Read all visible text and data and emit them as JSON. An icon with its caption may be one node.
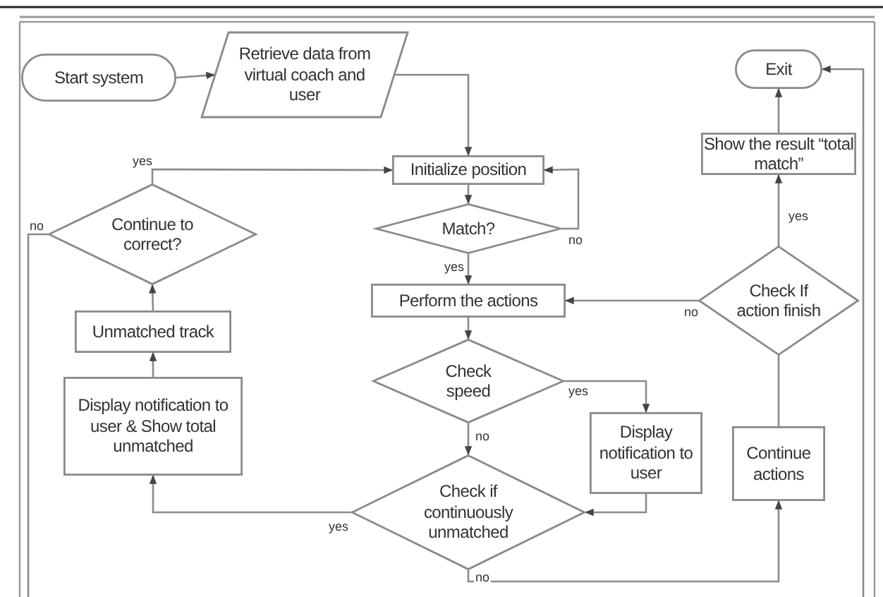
{
  "diagram": {
    "nodes": [
      {
        "text": [
          "Start system"
        ]
      },
      {
        "text": [
          "Retrieve data from virtual coach and user"
        ]
      },
      {
        "text": [
          "Initialize position"
        ]
      },
      {
        "text": [
          "Match?"
        ]
      },
      {
        "text": [
          "Perform the actions"
        ]
      },
      {
        "text": [
          "Check speed"
        ]
      },
      {
        "text": [
          "Display notification to user"
        ]
      },
      {
        "text": [
          "Check if continuously unmatched"
        ]
      },
      {
        "text": [
          "Continue actions"
        ]
      },
      {
        "text": [
          "Check If action finish"
        ]
      },
      {
        "text": [
          "Show the result “total match”"
        ]
      },
      {
        "text": [
          "Exit"
        ]
      },
      {
        "text": [
          "Display notification to user & Show total unmatched"
        ]
      },
      {
        "text": [
          "Unmatched track"
        ]
      },
      {
        "text": [
          "Continue to correct?"
        ]
      }
    ],
    "edges": [
      {
        "from": 0,
        "to": 1,
        "arrow": "to"
      },
      {
        "from": 1,
        "to": 2,
        "arrow": "to"
      },
      {
        "from": 2,
        "to": 3,
        "arrow": "to"
      },
      {
        "from": 3,
        "to": 2,
        "label": "no",
        "arrow": "to"
      },
      {
        "from": 3,
        "to": 4,
        "label": "yes",
        "arrow": "to"
      },
      {
        "from": 4,
        "to": 5,
        "arrow": "to"
      },
      {
        "from": 5,
        "to": 6,
        "label": "yes",
        "arrow": "to"
      },
      {
        "from": 5,
        "to": 7,
        "label": "no",
        "arrow": "to"
      },
      {
        "from": 6,
        "to": 7,
        "arrow": "to"
      },
      {
        "from": 7,
        "to": 12,
        "label": "yes",
        "arrow": "to"
      },
      {
        "from": 7,
        "to": 8,
        "label": "no",
        "arrow": "to"
      },
      {
        "from": 8,
        "to": 9,
        "arrow": "to"
      },
      {
        "from": 9,
        "to": 10,
        "label": "yes",
        "arrow": "to"
      },
      {
        "from": 10,
        "to": 11,
        "arrow": "to"
      },
      {
        "from": 9,
        "to": 4,
        "label": "no",
        "arrow": "to"
      },
      {
        "from": 12,
        "to": 13,
        "arrow": "to"
      },
      {
        "from": 13,
        "to": 14,
        "arrow": "to"
      },
      {
        "from": 14,
        "to": 2,
        "label": "yes",
        "arrow": "to"
      },
      {
        "from": 14,
        "to": null,
        "label": "no",
        "arrow": "none"
      },
      {
        "from": null,
        "to": 11,
        "arrow": "to"
      }
    ]
  }
}
